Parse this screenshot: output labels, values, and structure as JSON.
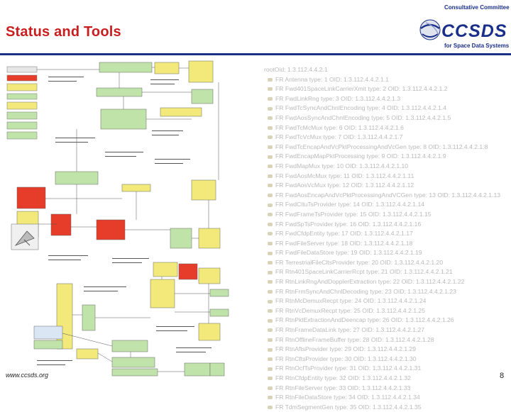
{
  "slide": {
    "title": "Status and Tools",
    "footer": "www.ccsds.org",
    "page_number": "8",
    "colors": {
      "title": "#c81e1e",
      "rule": "#1a2f8a",
      "logo": "#1a2f8a"
    }
  },
  "logo": {
    "top_text": "Consultative Committee",
    "main_text": "CCSDS",
    "bottom_text": "for Space Data Systems",
    "icon": "ccsds-globe-logo"
  },
  "diagram": {
    "colors": {
      "red": "#e63c2a",
      "green": "#bfe3a8",
      "yellow": "#f2e97a",
      "gray": "#e6e6e6"
    }
  },
  "tree": {
    "root": "rootOid: 1.3.112.4.4.2.1",
    "items": [
      "FR Antenna type: 1  OID: 1.3.112.4.4.2.1.1",
      "FR Fwd401SpaceLinkCarrierXmit type: 2  OID: 1.3.112.4.4.2.1.2",
      "FR FwdLinkRng type: 3  OID: 1.3.112.4.4.2.1.3",
      "FR FwdTcSyncAndChnlEncoding type: 4  OID: 1.3.112.4.4.2.1.4",
      "FR FwdAosSyncAndChnlEncoding type: 5  OID: 1.3.112.4.4.2.1.5",
      "FR FwdTcMcMux type: 6  OID: 1.3.112.4.4.2.1.6",
      "FR FwdTcVcMux type: 7  OID: 1.3.112.4.4.2.1.7",
      "FR FwdTcEncapAndVcPktProcessingAndVcGen type: 8  OID: 1.3.112.4.4.2.1.8",
      "FR FwdEncapMapPktProcessing type: 9  OID: 1.3.112.4.4.2.1.9",
      "FR FwdMapMux type: 10  OID: 1.3.112.4.4.2.1.10",
      "FR FwdAosMcMux type: 11  OID: 1.3.112.4.4.2.1.11",
      "FR FwdAosVcMux type: 12  OID: 1.3.112.4.4.2.1.12",
      "FR FwdAosEncapAndVcPktProcessingAndVCGen type: 13  OID: 1.3.112.4.4.2.1.13",
      "FR FwdCltuTsProvider type: 14  OID: 1.3.112.4.4.2.1.14",
      "FR FwdFrameTsProvider type: 15  OID: 1.3.112.4.4.2.1.15",
      "FR FwdSpTsProvider type: 16  OID: 1.3.112.4.4.2.1.16",
      "FR FwdCfdpEntity type: 17  OID: 1.3.112.4.4.2.1.17",
      "FR FwdFileServer type: 18  OID: 1.3.112.4.4.2.1.18",
      "FR FwdFileDataStore type: 19  OID: 1.3.112.4.4.2.1.19",
      "FR TerrestrialFileCltsProvider type: 20  OID: 1.3.112.4.4.2.1.20",
      "FR Rtn401SpaceLinkCarrierRcpt type: 21  OID: 1.3.112.4.4.2.1.21",
      "FR RtnLinkRngAndDopplerExtraction type: 22  OID: 1.3.112.4.4.2.1.22",
      "FR RtnFrmSyncAndChnlDecoding type: 23  OID: 1.3.112.4.4.2.1.23",
      "FR RtnMcDemuxRecpt type: 24  OID: 1.3.112.4.4.2.1.24",
      "FR RtnVcDemuxRecpt type: 25  OID: 1.3.112.4.4.2.1.25",
      "FR RtnPktExtractionAndDeencap type: 26  OID: 1.3.112.4.4.2.1.26",
      "FR RtnFrameDataLink type: 27  OID: 1.3.112.4.4.2.1.27",
      "FR RtnOfflineFrameBuffer type: 28  OID: 1.3.112.4.4.2.1.28",
      "FR RtnAftsProvider type: 29  OID: 1.3.112.4.4.2.1.29",
      "FR RtnCftsProvider type: 30  OID: 1.3.112.4.4.2.1.30",
      "FR RtnOcfTsProvider type: 31  OID: 1.3.112.4.4.2.1.31",
      "FR RtnCfdpEntity type: 32  OID: 1.3.112.4.4.2.1.32",
      "FR RtnFileServer type: 33  OID: 1.3.112.4.4.2.1.33",
      "FR RtnFileDataStore type: 34  OID: 1.3.112.4.4.2.1.34",
      "FR TdmSegmentGen type: 35  OID: 1.3.112.4.4.2.1.35"
    ]
  }
}
